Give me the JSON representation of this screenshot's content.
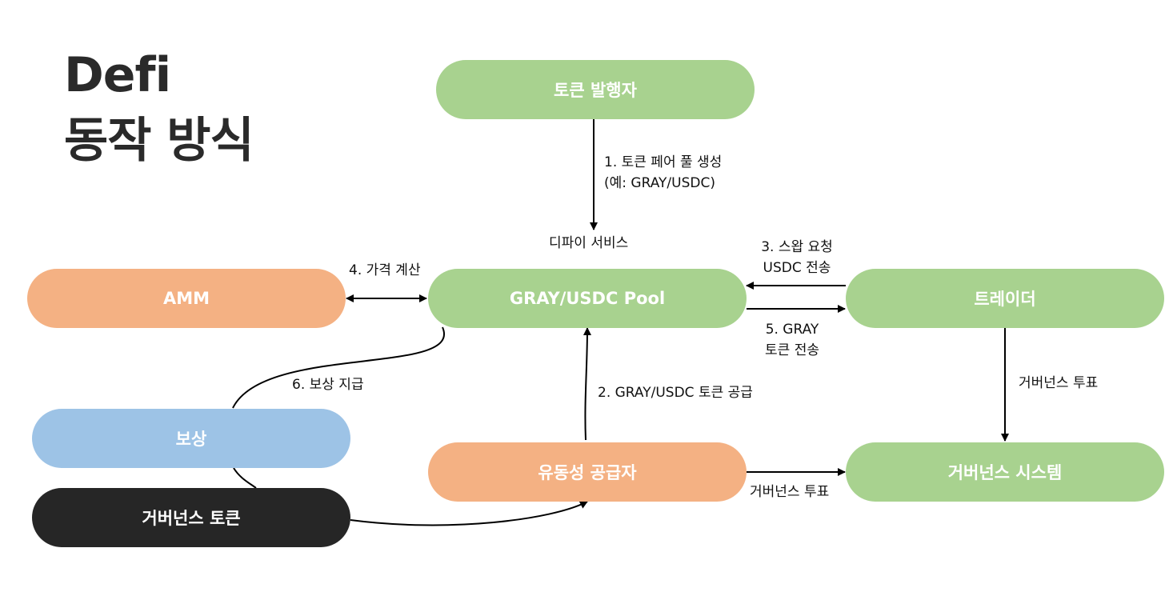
{
  "title": {
    "line1": "Defi",
    "line2": "동작 방식"
  },
  "nodes": {
    "token_issuer": "토큰 발행자",
    "amm": "AMM",
    "pool": "GRAY/USDC Pool",
    "trader": "트레이더",
    "reward": "보상",
    "liquidity_provider": "유동성 공급자",
    "governance_system": "거버넌스 시스템",
    "governance_token": "거버넌스 토큰"
  },
  "labels": {
    "create_pair_1": "1. 토큰 페어 풀 생성",
    "create_pair_2": "(예: GRAY/USDC)",
    "defi_service": "디파이 서비스",
    "price_calc": "4. 가격 계산",
    "swap_request_1": "3. 스왑 요청",
    "swap_request_2": "USDC 전송",
    "gray_send_1": "5. GRAY",
    "gray_send_2": "토큰 전송",
    "reward_payment": "6. 보상 지급",
    "supply": "2. GRAY/USDC 토큰 공급",
    "gov_vote_right": "거버넌스 투표",
    "gov_vote_bottom": "거버넌스 투표"
  },
  "colors": {
    "green": "#a8d28f",
    "orange": "#f4b183",
    "blue": "#9dc3e6",
    "black": "#262626",
    "line": "#000000"
  }
}
